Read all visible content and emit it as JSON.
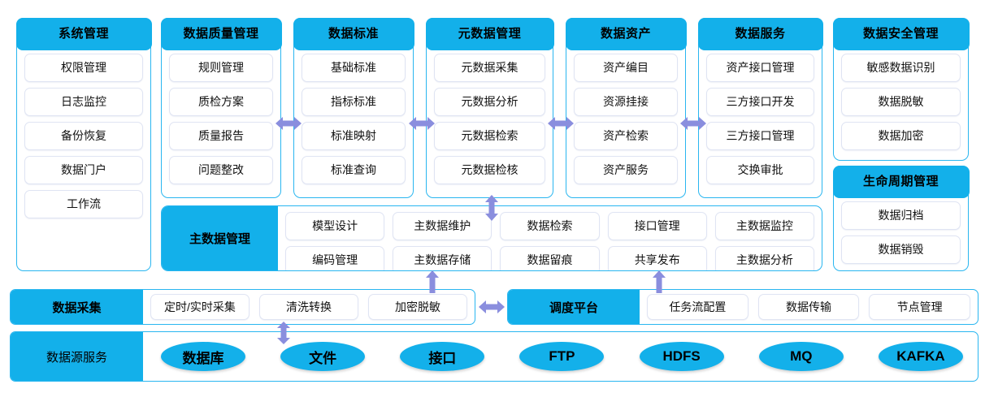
{
  "theme": {
    "accent": "#13b0ea",
    "border": "#29b6f0",
    "arrow": "#8a8ede",
    "item_border": "#dfe4f3"
  },
  "columns": [
    {
      "title": "系统管理",
      "items": [
        "权限管理",
        "日志监控",
        "备份恢复",
        "数据门户",
        "工作流"
      ]
    },
    {
      "title": "数据质量管理",
      "items": [
        "规则管理",
        "质检方案",
        "质量报告",
        "问题整改"
      ]
    },
    {
      "title": "数据标准",
      "items": [
        "基础标准",
        "指标标准",
        "标准映射",
        "标准查询"
      ]
    },
    {
      "title": "元数据管理",
      "items": [
        "元数据采集",
        "元数据分析",
        "元数据检索",
        "元数据检核"
      ]
    },
    {
      "title": "数据资产",
      "items": [
        "资产编目",
        "资源挂接",
        "资产检索",
        "资产服务"
      ]
    },
    {
      "title": "数据服务",
      "items": [
        "资产接口管理",
        "三方接口开发",
        "三方接口管理",
        "交换审批"
      ]
    },
    {
      "title": "数据安全管理",
      "items": [
        "敏感数据识别",
        "数据脱敏",
        "数据加密"
      ]
    },
    {
      "title": "生命周期管理",
      "items": [
        "数据归档",
        "数据销毁"
      ]
    }
  ],
  "master_data": {
    "title": "主数据管理",
    "items": [
      "模型设计",
      "主数据维护",
      "数据检索",
      "接口管理",
      "主数据监控",
      "编码管理",
      "主数据存储",
      "数据留痕",
      "共享发布",
      "主数据分析"
    ]
  },
  "collection": {
    "title": "数据采集",
    "items": [
      "定时/实时采集",
      "清洗转换",
      "加密脱敏"
    ]
  },
  "scheduler": {
    "title": "调度平台",
    "items": [
      "任务流配置",
      "数据传输",
      "节点管理"
    ]
  },
  "source": {
    "title": "数据源服务",
    "items": [
      "数据库",
      "文件",
      "接口",
      "FTP",
      "HDFS",
      "MQ",
      "KAFKA"
    ]
  },
  "arrows": [
    {
      "name": "arrow-quality-to-standard",
      "dir": "lr"
    },
    {
      "name": "arrow-standard-to-metadata",
      "dir": "lr"
    },
    {
      "name": "arrow-metadata-to-asset",
      "dir": "lr"
    },
    {
      "name": "arrow-asset-to-service",
      "dir": "lr"
    },
    {
      "name": "arrow-metadata-to-masterdata",
      "dir": "down"
    },
    {
      "name": "arrow-masterdata-to-collection",
      "dir": "up"
    },
    {
      "name": "arrow-masterdata-to-scheduler",
      "dir": "up"
    },
    {
      "name": "arrow-collection-to-scheduler",
      "dir": "lr"
    },
    {
      "name": "arrow-collection-to-source",
      "dir": "ud"
    }
  ]
}
